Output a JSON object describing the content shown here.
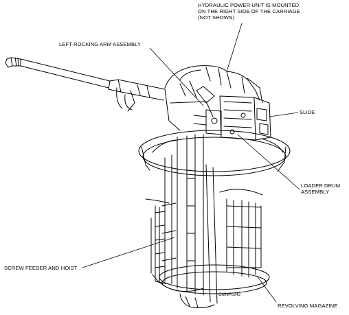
{
  "labels": {
    "hydraulic_line1": "HYDRAULIC POWER UNIT IS MOUNTED",
    "hydraulic_line2": "ON THE RIGHT SIDE OF THE CARRIAGE",
    "hydraulic_line3": "(NOT SHOWN)",
    "left_rocking_arm": "LEFT ROCKING ARM ASSEMBLY",
    "slide": "SLIDE",
    "loader_drum_line1": "LOADER DRUM",
    "loader_drum_line2": "ASSEMBLY",
    "screw_feeder": "SCREW FEEDER AND HOIST",
    "revolving_magazine": "REVOLVING MAGAZINE",
    "figure_code": "GMNP0242"
  }
}
